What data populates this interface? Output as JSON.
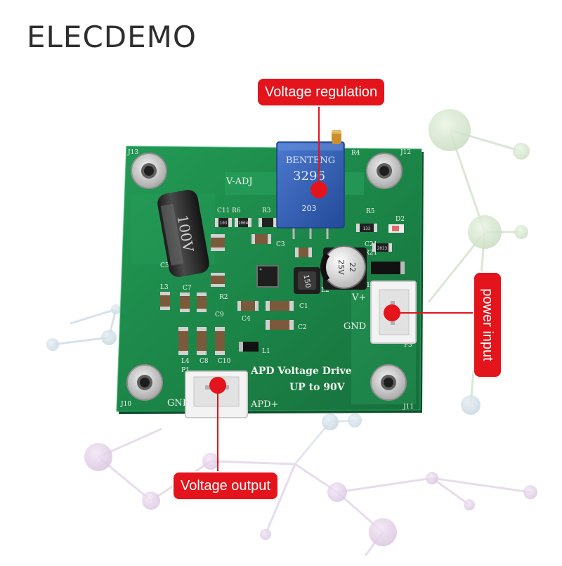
{
  "brand": "ELECDEMO",
  "callouts": {
    "voltage_regulation": "Voltage regulation",
    "voltage_output": "Voltage output",
    "power_input": "power input"
  },
  "silkscreen": {
    "v_adj": "V-ADJ",
    "line1": "APD Voltage Drive",
    "line2": "UP to 90V",
    "v_plus": "V+",
    "gnd_right": "GND",
    "gnd_left": "GND",
    "apd_plus": "APD+",
    "j13": "J13",
    "j12": "J12",
    "j10": "J10",
    "j11": "J11",
    "r4": "R4",
    "r5": "R5",
    "d2": "D2",
    "c11": "C11",
    "r6": "R6",
    "r3": "R3",
    "c3": "C3",
    "r2": "R2",
    "l3": "L3",
    "c7": "C7",
    "c9": "C9",
    "c4": "C4",
    "c1": "C1",
    "c2": "C2",
    "l2": "L2",
    "l4": "L4",
    "c8": "C8",
    "c10": "C10",
    "l1": "L1",
    "d1": "D1",
    "c21": "C21",
    "r21": "R21",
    "c5": "C5",
    "p1": "P1",
    "p3": "P3"
  },
  "components": {
    "pot_brand": "BENTENG",
    "pot_model": "3296",
    "pot_value": "203",
    "cap_big": "100V",
    "cap_small_1": "22",
    "cap_small_2": "25V",
    "inductor": "150",
    "r_marking_1": "103",
    "r_marking_2": "1004",
    "r_marking_3": "133",
    "r_marking_4": "2023"
  },
  "colors": {
    "background": "#ffffff",
    "pcb": "#1f8a4c",
    "callout": "#e3141b",
    "pot": "#2f5fb4"
  }
}
